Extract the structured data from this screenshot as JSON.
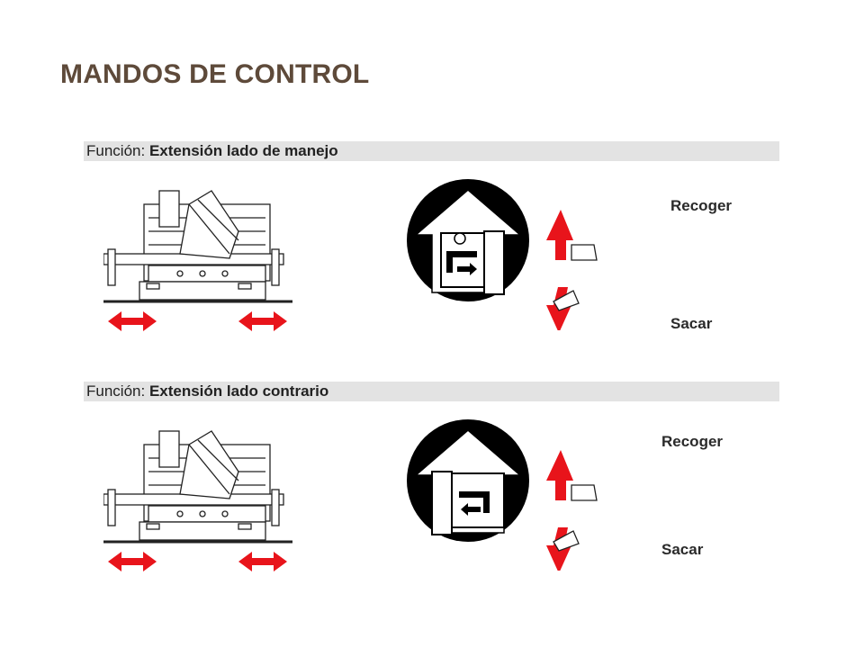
{
  "slide": {
    "title": "MANDOS DE CONTROL"
  },
  "sections": [
    {
      "function_label": "Función:",
      "function_value": "Extensión lado de manejo",
      "retract_label": "Recoger",
      "extend_label": "Sacar",
      "direction": "right"
    },
    {
      "function_label": "Función:",
      "function_value": "Extensión lado contrario",
      "retract_label": "Recoger",
      "extend_label": "Sacar",
      "direction": "left"
    }
  ],
  "colors": {
    "title": "#5e4a3a",
    "arrow": "#e8141b",
    "bar": "#e3e3e3"
  }
}
